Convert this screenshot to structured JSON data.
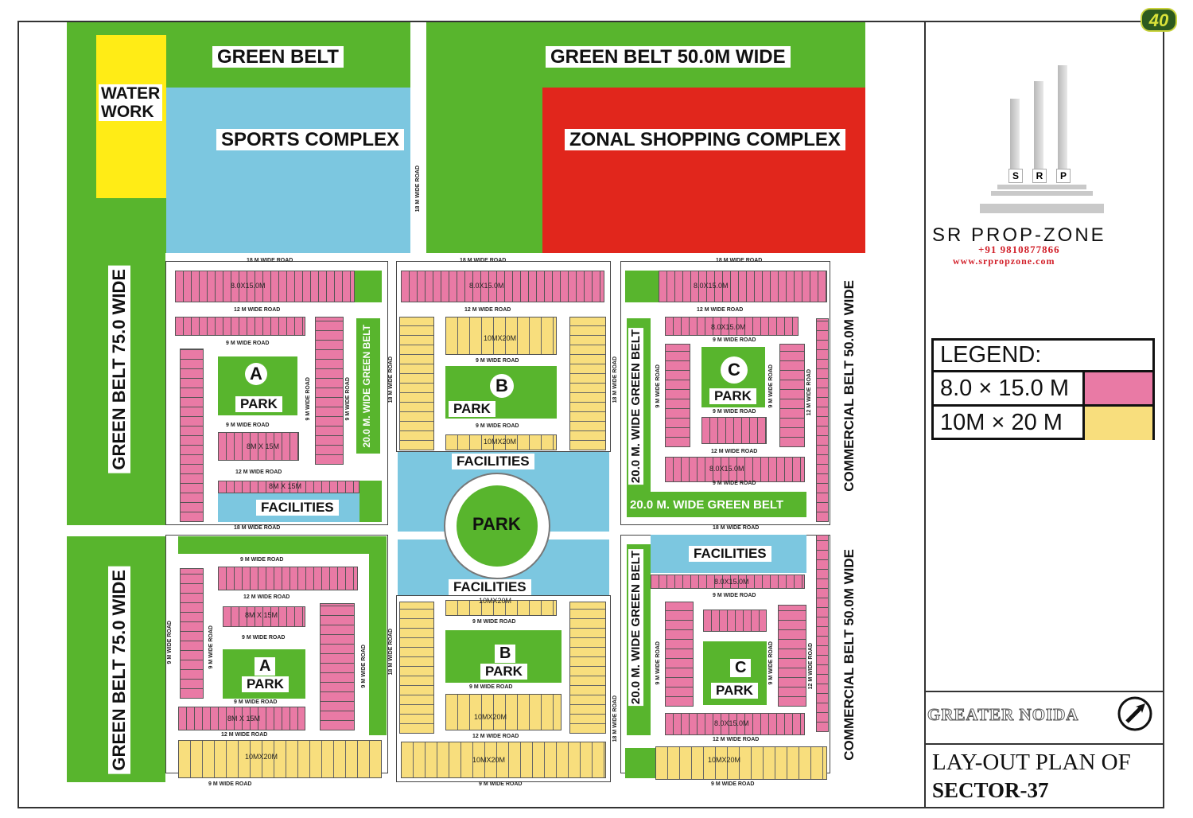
{
  "page_badge": "40",
  "zones": {
    "green_belt_nw": "GREEN BELT",
    "water_work_line1": "WATER",
    "water_work_line2": "WORK",
    "sports_complex": "SPORTS COMPLEX",
    "green_belt_ne": "GREEN BELT 50.0M WIDE",
    "zonal_shopping": "ZONAL SHOPPING COMPLEX",
    "green_belt_west_upper": "GREEN BELT 75.0 WIDE",
    "green_belt_west_lower": "GREEN BELT 75.0 WIDE",
    "commercial_belt_upper": "COMMERCIAL BELT 50.0M WIDE",
    "commercial_belt_lower": "COMMERCIAL BELT 50.0M WIDE",
    "green_belt_20_a": "20.0 M. WIDE GREEN BELT",
    "green_belt_20_b": "20.0 M. WIDE GREEN BELT",
    "green_belt_20_c": "20.0 M. WIDE GREEN BELT",
    "green_belt_20_d": "20.0 M. WIDE GREEN BELT"
  },
  "parks": {
    "central": "PARK",
    "a_letter": "A",
    "b_letter": "B",
    "c_letter": "C",
    "park_word": "PARK"
  },
  "facilities": "FACILITIES",
  "roads": {
    "r18": "18 M WIDE ROAD",
    "r12": "12 M WIDE ROAD",
    "r9": "9 M WIDE ROAD",
    "r9b": "9 M WIDE ROAD"
  },
  "plot_sizes": {
    "small": "8.0X15.0M",
    "small_alt": "8M X 15M",
    "large": "10MX20M"
  },
  "brand": {
    "initials": [
      "S",
      "R",
      "P"
    ],
    "name": "SR PROP-ZONE",
    "phone": "+91 9810877866",
    "website": "www.srpropzone.com"
  },
  "legend": {
    "title": "LEGEND:",
    "items": [
      {
        "label": "8.0 × 15.0 M",
        "color": "#e97aa5"
      },
      {
        "label": "10M × 20 M",
        "color": "#f8de7d"
      }
    ]
  },
  "city": "GREATER NOIDA",
  "plan_title_line1": "LAY-OUT PLAN OF",
  "plan_title_line2": "SECTOR-37",
  "colors": {
    "green": "#58b52d",
    "blue": "#7cc7e0",
    "red": "#e1261c",
    "yellow": "#ffec16",
    "pink": "#e97aa5",
    "plot_yellow": "#f8de7d"
  }
}
